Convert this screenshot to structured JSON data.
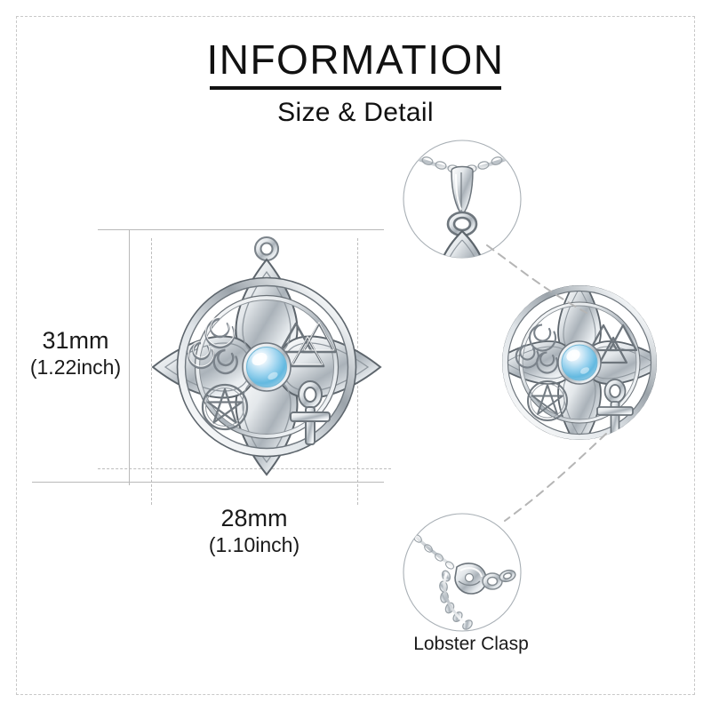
{
  "header": {
    "title": "INFORMATION",
    "subtitle": "Size & Detail"
  },
  "dimensions": {
    "height": {
      "mm": "31mm",
      "inch": "(1.22inch)"
    },
    "width": {
      "mm": "28mm",
      "inch": "(1.10inch)"
    }
  },
  "details": {
    "clasp_caption": "Lobster Clasp"
  },
  "product": {
    "type": "witch-knot-pendant-necklace",
    "symbols": [
      "triskelion-spiral",
      "valknut-triangles",
      "pentacle-star",
      "ankh-cross",
      "moonstone-cabochon"
    ]
  },
  "colors": {
    "background": "#ffffff",
    "frame_dash": "#c9c9c9",
    "text": "#111111",
    "guide_line": "#b9b9b9",
    "metal_light": "#ffffff",
    "metal_mid": "#d8dce0",
    "metal_dark": "#6f767d",
    "metal_outline": "#4a5055",
    "stone_light": "#eaf6fc",
    "stone_mid": "#9fd3ec",
    "stone_deep": "#5fb6dd"
  }
}
